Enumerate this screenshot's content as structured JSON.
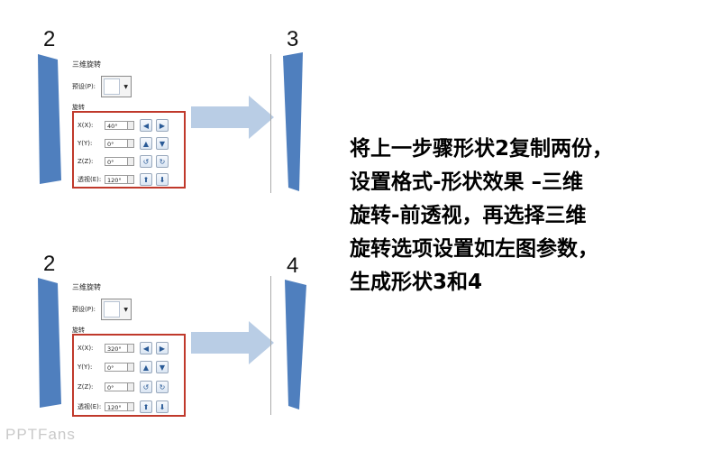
{
  "labels": {
    "num_top_left": "2",
    "num_top_right": "3",
    "num_bottom_left": "2",
    "num_bottom_right": "4"
  },
  "panel_top": {
    "title": "三维旋转",
    "preset_label": "预设(P):",
    "rotation_label": "旋转",
    "rows": [
      {
        "label": "X(X):",
        "value": "40°",
        "icons": [
          "rotate-left-icon",
          "rotate-right-icon"
        ]
      },
      {
        "label": "Y(Y):",
        "value": "0°",
        "icons": [
          "rotate-up-icon",
          "rotate-down-icon"
        ]
      },
      {
        "label": "Z(Z):",
        "value": "0°",
        "icons": [
          "rotate-ccw-icon",
          "rotate-cw-icon"
        ]
      },
      {
        "label": "透视(E):",
        "value": "120°",
        "icons": [
          "perspective-narrow-icon",
          "perspective-widen-icon"
        ]
      }
    ]
  },
  "panel_bottom": {
    "title": "三维旋转",
    "preset_label": "预设(P):",
    "rotation_label": "旋转",
    "rows": [
      {
        "label": "X(X):",
        "value": "320°",
        "icons": [
          "rotate-left-icon",
          "rotate-right-icon"
        ]
      },
      {
        "label": "Y(Y):",
        "value": "0°",
        "icons": [
          "rotate-up-icon",
          "rotate-down-icon"
        ]
      },
      {
        "label": "Z(Z):",
        "value": "0°",
        "icons": [
          "rotate-ccw-icon",
          "rotate-cw-icon"
        ]
      },
      {
        "label": "透视(E):",
        "value": "120°",
        "icons": [
          "perspective-narrow-icon",
          "perspective-widen-icon"
        ]
      }
    ]
  },
  "instruction_lines": [
    "将上一步骤形状2复制两份，",
    "设置格式-形状效果 –三维",
    "旋转-前透视，再选择三维",
    "旋转选项设置如左图参数，",
    "生成形状3和4"
  ],
  "watermark": "PPTFans",
  "colors": {
    "shape_blue": "#4f7fbe",
    "arrow_fill": "#b9cde5",
    "highlight_red": "#c0392b"
  }
}
